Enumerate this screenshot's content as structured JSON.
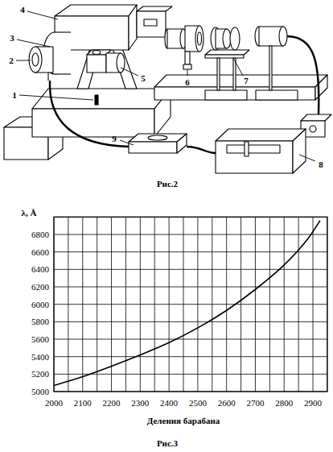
{
  "diagram": {
    "labels": [
      "1",
      "2",
      "3",
      "4",
      "5",
      "6",
      "7",
      "8",
      "9",
      "Рис.2",
      "λ, Å",
      "5000",
      "5200",
      "5400",
      "5600",
      "5800",
      "6000",
      "6200",
      "6400",
      "6600",
      "6800",
      "2000",
      "2100",
      "2200",
      "2300",
      "2400",
      "2500",
      "2600",
      "2700",
      "2800",
      "2900",
      "Деления барабана",
      "Рис.3"
    ]
  }
}
